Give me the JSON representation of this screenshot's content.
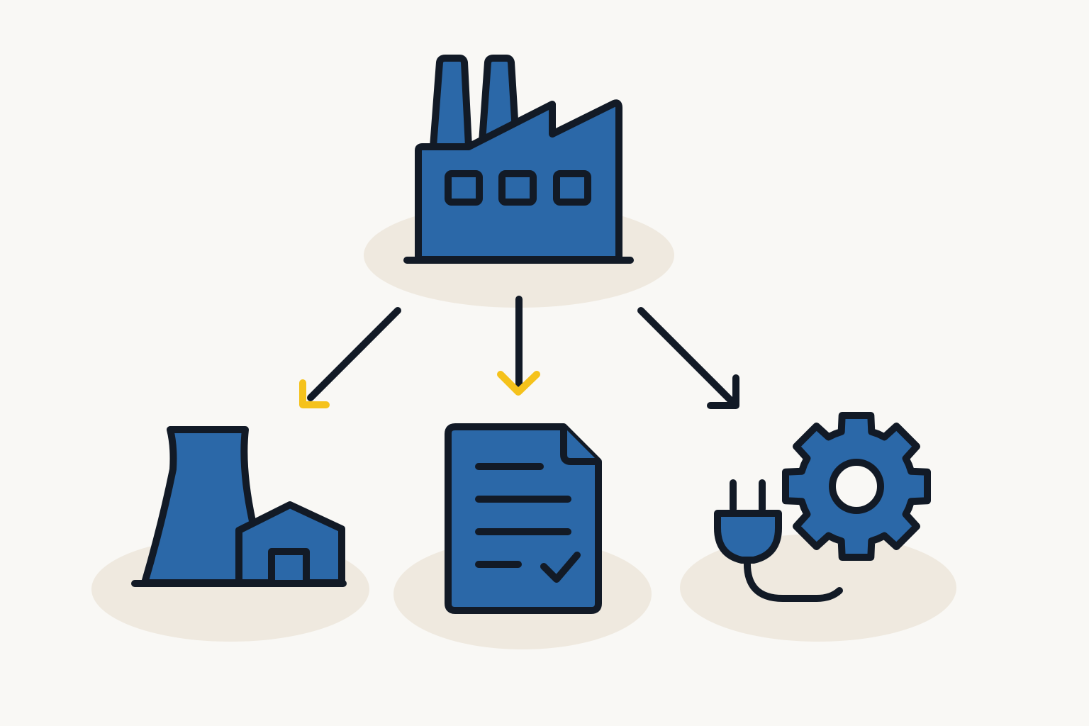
{
  "colors": {
    "background": "#f9f8f5",
    "platform": "#efe9df",
    "icon_fill": "#2b68a8",
    "outline": "#121a26",
    "accent": "#f5c21b"
  },
  "nodes": {
    "source": {
      "icon": "factory-icon"
    },
    "targets": [
      {
        "icon": "power-plant-icon"
      },
      {
        "icon": "document-check-icon"
      },
      {
        "icon": "plug-gear-icon"
      }
    ]
  },
  "arrows": [
    {
      "from": "source",
      "to": "power-plant-icon",
      "head_color": "#f5c21b"
    },
    {
      "from": "source",
      "to": "document-check-icon",
      "head_color": "#f5c21b"
    },
    {
      "from": "source",
      "to": "plug-gear-icon",
      "head_color": "#121a26"
    }
  ]
}
